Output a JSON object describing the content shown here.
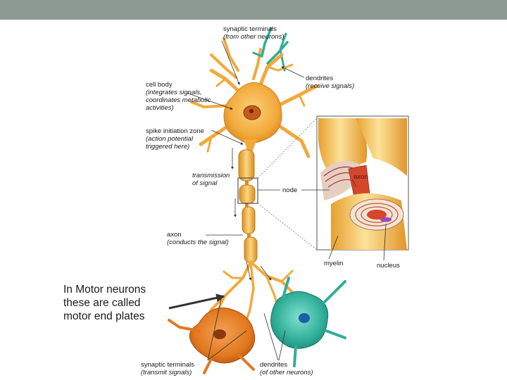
{
  "labels": {
    "synaptic_in": {
      "title": "synaptic terminals",
      "sub": "(from other neurons)"
    },
    "dendrites_in": {
      "title": "dendrites",
      "sub": "(receive signals)"
    },
    "cell_body": {
      "title": "cell body",
      "sub1": "(integrates signals,",
      "sub2": "coordinates metabolic",
      "sub3": "activities)"
    },
    "spike_zone": {
      "title": "spike initiation zone",
      "sub1": "(action potential",
      "sub2": "triggered here)"
    },
    "transmission": {
      "sub1": "transmission",
      "sub2": "of signal"
    },
    "node": {
      "title": "node"
    },
    "axon_inset": {
      "title": "axon"
    },
    "axon": {
      "title": "axon",
      "sub": "(conducts the signal)"
    },
    "myelin": {
      "title": "myelin"
    },
    "nucleus": {
      "title": "nucleus"
    },
    "synaptic_out": {
      "title": "synaptic terminals",
      "sub": "(transmit signals)"
    },
    "dendrites_out": {
      "title": "dendrites",
      "sub": "(of other neurons)"
    }
  },
  "note": {
    "line1": "In Motor neurons",
    "line2": "these are called",
    "line3": "motor end plates"
  },
  "colors": {
    "header": "#8c9a91",
    "neuron_orange": "#f2a93b",
    "neuron_green": "#2fae98",
    "postsyn_orange": "#e2781e",
    "axon_red": "#d6462a"
  }
}
